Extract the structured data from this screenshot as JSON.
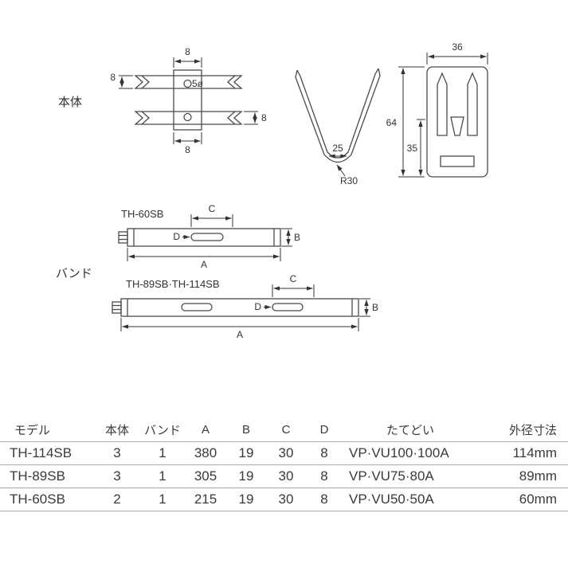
{
  "colors": {
    "ink": "#3a3a3a",
    "part_line": "#4a4a4a",
    "table_line": "#aeaeae"
  },
  "sections": {
    "body_label": "本体",
    "band_label": "バンド"
  },
  "drawings": {
    "front": {
      "dim_top": "8",
      "dim_left": "8",
      "hole": "5ø",
      "dim_right": "8",
      "dim_bottom": "8"
    },
    "side": {
      "dim_width": "25",
      "dim_radius": "R30"
    },
    "back": {
      "dim_top": "36",
      "dim_height": "64",
      "dim_inner": "35"
    },
    "band_small": {
      "title": "TH-60SB",
      "dim_a": "A",
      "dim_b": "B",
      "dim_c": "C",
      "dim_d": "D"
    },
    "band_large": {
      "title": "TH-89SB·TH-114SB",
      "dim_a": "A",
      "dim_b": "B",
      "dim_c": "C",
      "dim_d": "D"
    }
  },
  "table": {
    "headers": [
      "モデル",
      "本体",
      "バンド",
      "A",
      "B",
      "C",
      "D",
      "たてどい",
      "外径寸法"
    ],
    "rows": [
      [
        "TH-114SB",
        "3",
        "1",
        "380",
        "19",
        "30",
        "8",
        "VP·VU100·100A",
        "114mm"
      ],
      [
        "TH-89SB",
        "3",
        "1",
        "305",
        "19",
        "30",
        "8",
        "VP·VU75·80A",
        "89mm"
      ],
      [
        "TH-60SB",
        "2",
        "1",
        "215",
        "19",
        "30",
        "8",
        "VP·VU50·50A",
        "60mm"
      ]
    ]
  }
}
